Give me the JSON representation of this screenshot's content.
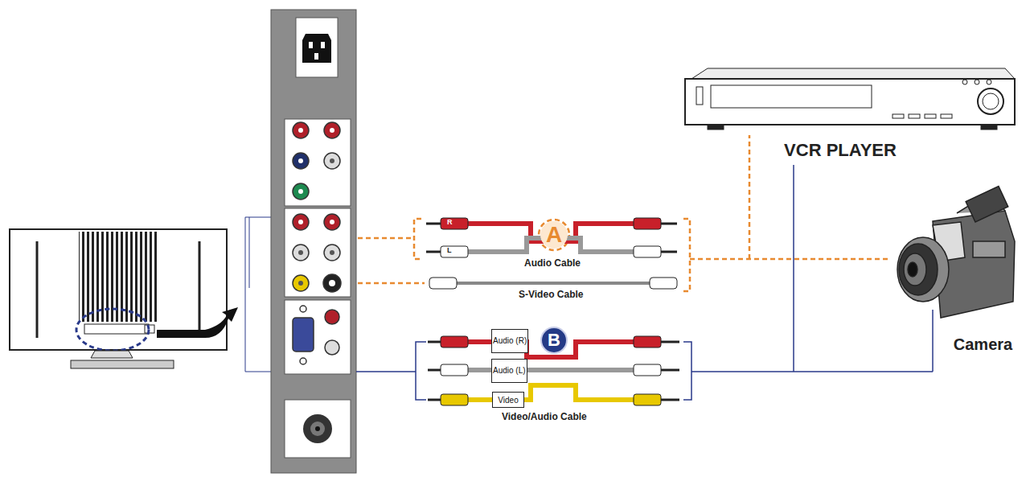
{
  "diagram": {
    "nodes": [
      {
        "text": [
          "VCR PLAYER"
        ]
      },
      {
        "text": [
          "A"
        ]
      },
      {
        "text": [
          "Audio (R)"
        ]
      },
      {
        "text": [
          "B"
        ]
      },
      {
        "text": [
          "Audio (L)"
        ]
      },
      {
        "text": [
          "Video"
        ]
      },
      {
        "text": [
          "Camera"
        ]
      }
    ],
    "labels": [
      "R",
      "L",
      "Audio Cable",
      "S-Video Cable",
      "Video/Audio Cable"
    ]
  }
}
